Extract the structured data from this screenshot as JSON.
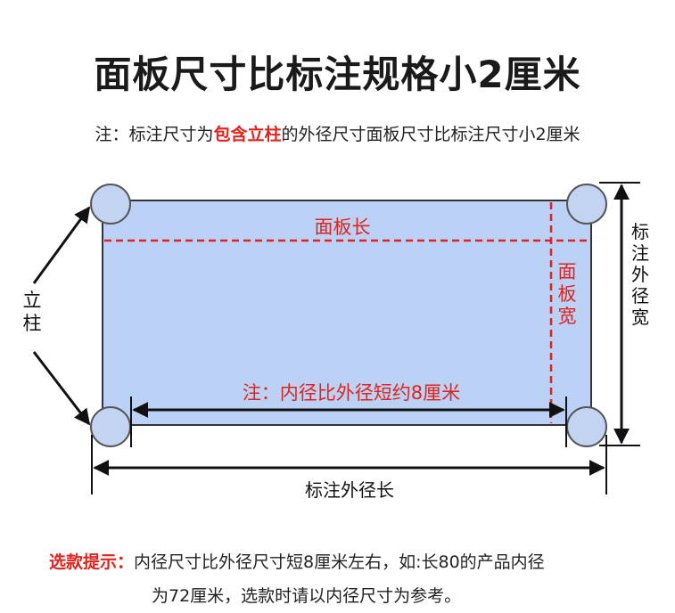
{
  "title": "面板尺寸比标注规格小2厘米",
  "subtitle": {
    "prefix": "注：标注尺寸为",
    "highlight": "包含立柱",
    "suffix": "的外径尺寸面板尺寸比标注尺寸小2厘米"
  },
  "diagram": {
    "panel_length_label": "面板长",
    "panel_width_label": "面板宽",
    "inner_note": "注：内径比外径短约8厘米",
    "post_label": "立柱",
    "outer_width_label": "标注外径宽",
    "outer_length_label": "标注外径长"
  },
  "note": {
    "label": "选款提示：",
    "line1": "内径尺寸比外径尺寸短8厘米左右，如:长80的产品内径",
    "line2": "为72厘米，选款时请以内径尺寸为参考。"
  },
  "colors": {
    "panel_fill": "#bcd1f6",
    "accent_red": "#e0231c",
    "post_fill": "#c3d3f2"
  }
}
